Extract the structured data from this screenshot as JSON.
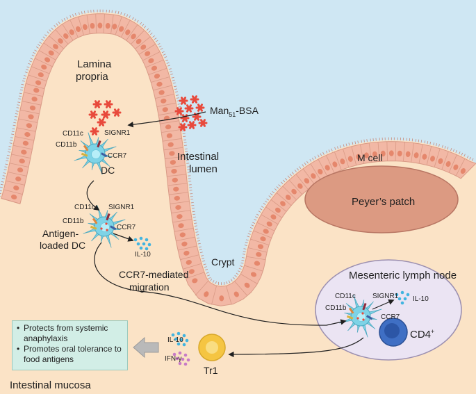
{
  "labels": {
    "lamina_propria_line1": "Lamina",
    "lamina_propria_line2": "propria",
    "man_bsa_prefix": "Man",
    "man_bsa_sub": "51",
    "man_bsa_suffix": "-BSA",
    "intestinal_lumen_line1": "Intestinal",
    "intestinal_lumen_line2": "lumen",
    "m_cell": "M cell",
    "peyers_patch": "Peyer’s patch",
    "crypt": "Crypt",
    "intestinal_mucosa": "Intestinal mucosa",
    "mesenteric_lymph_node": "Mesenteric lymph node",
    "migration_line1": "CCR7-mediated",
    "migration_line2": "migration",
    "tr1": "Tr1",
    "il10": "IL-10",
    "ifn_gamma": "IFN-γ",
    "cd4": "CD4",
    "cd4_sup": "+"
  },
  "dc_top": {
    "name": "DC",
    "cd11c": "CD11c",
    "cd11b": "CD11b",
    "signr1": "SIGNR1",
    "ccr7": "CCR7"
  },
  "dc_loaded": {
    "name_line1": "Antigen-",
    "name_line2": "loaded DC",
    "cd11c": "CD11c",
    "cd11b": "CD11b",
    "signr1": "SIGNR1",
    "ccr7": "CCR7",
    "il10": "IL-10"
  },
  "dc_node": {
    "cd11c": "CD11c",
    "cd11b": "CD11b",
    "signr1": "SIGNR1",
    "ccr7": "CCR7",
    "il10": "IL-10"
  },
  "outcome_box": {
    "bullets": [
      "Protects from systemic anaphylaxis",
      "Promotes oral tolerance to food antigens"
    ]
  },
  "colors": {
    "lumen": "#cfe7f3",
    "mucosa": "#fbe3c6",
    "epithelium": "#f2b8a5",
    "nucleus": "#e5876c",
    "dc": "#7ed3e6",
    "antigen": "#e84a3c",
    "cytokine_il10": "#42b4e0",
    "cytokine_ifn": "#c77bc6",
    "lymph_node": "#ebe4f3",
    "peyers_patch": "#dc9a82",
    "tr1": "#f5c542",
    "cd4_cell": "#3f6fc4",
    "box_fill": "#d2eee6"
  }
}
